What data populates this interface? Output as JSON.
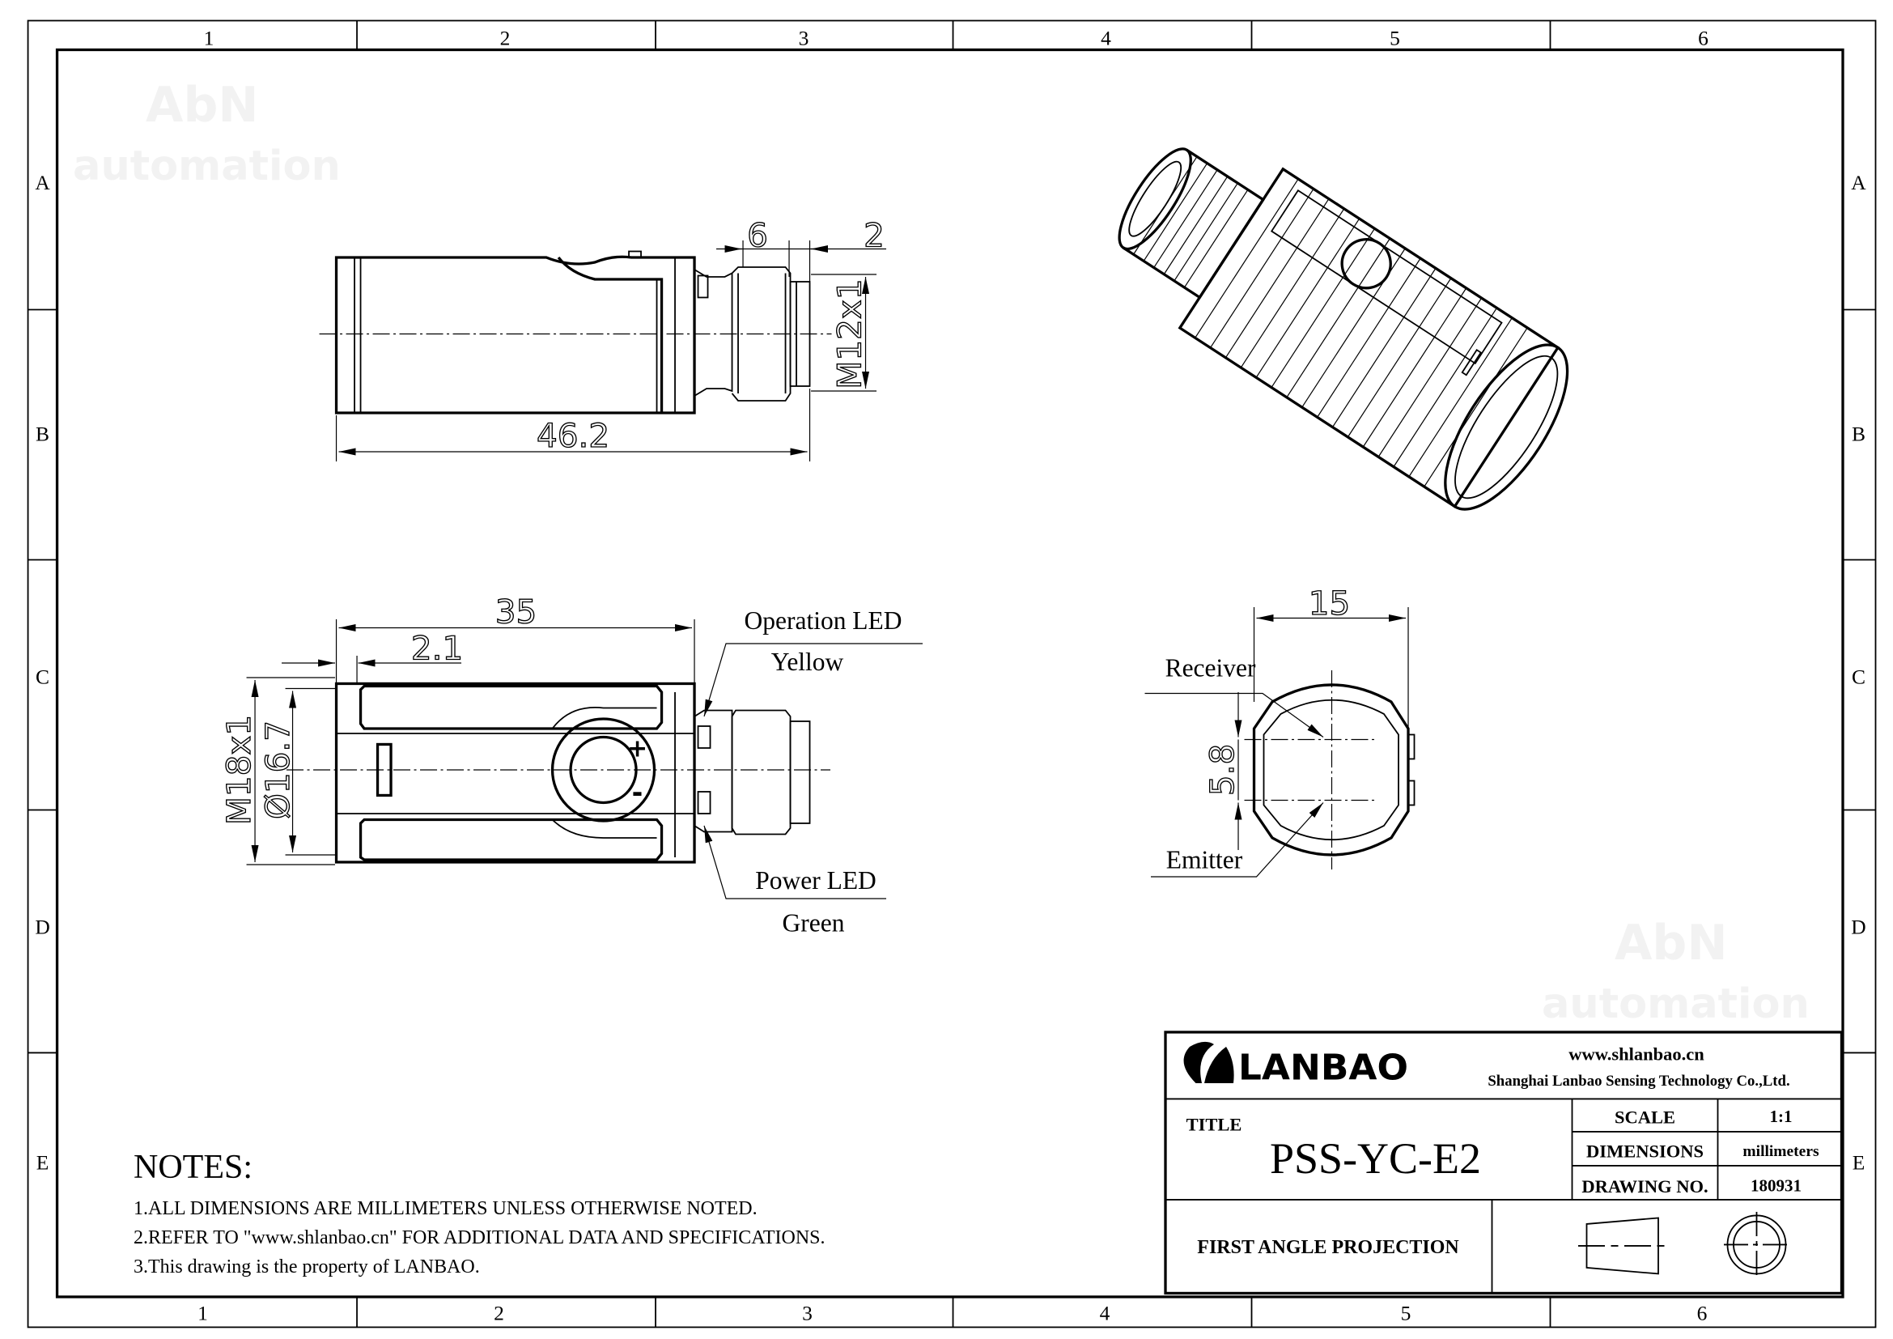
{
  "frame": {
    "columns_top": [
      "1",
      "2",
      "3",
      "4",
      "5",
      "6"
    ],
    "columns_bottom": [
      "1",
      "2",
      "3",
      "4",
      "5",
      "6"
    ],
    "rows": [
      "A",
      "B",
      "C",
      "D",
      "E"
    ]
  },
  "watermark": {
    "line1": "AbN",
    "line2": "automation"
  },
  "side_view": {
    "length": "46.2",
    "dim_a": "6",
    "dim_b": "2",
    "thread": "M12x1"
  },
  "top_view": {
    "length": "35",
    "offset": "2.1",
    "thread": "M18x1",
    "diameter": "Ø16.7",
    "operation_led": "Operation LED",
    "operation_led_color": "Yellow",
    "power_led": "Power LED",
    "power_led_color": "Green",
    "plus": "+",
    "minus": "-"
  },
  "front_view": {
    "width": "15",
    "spacing": "5.8",
    "receiver": "Receiver",
    "emitter": "Emitter"
  },
  "notes": {
    "heading": "NOTES:",
    "items": [
      "1.ALL DIMENSIONS ARE MILLIMETERS UNLESS OTHERWISE NOTED.",
      "2.REFER TO \"www.shlanbao.cn\" FOR ADDITIONAL DATA AND SPECIFICATIONS.",
      "3.This drawing is the property of LANBAO."
    ]
  },
  "title_block": {
    "logo": "LANBAO",
    "website": "www.shlanbao.cn",
    "company": "Shanghai Lanbao Sensing Technology Co.,Ltd.",
    "title_label": "TITLE",
    "title": "PSS-YC-E2",
    "scale_label": "SCALE",
    "scale": "1:1",
    "dimensions_label": "DIMENSIONS",
    "dimensions": "millimeters",
    "drawing_no_label": "DRAWING NO.",
    "drawing_no": "180931",
    "projection": "FIRST ANGLE PROJECTION"
  }
}
